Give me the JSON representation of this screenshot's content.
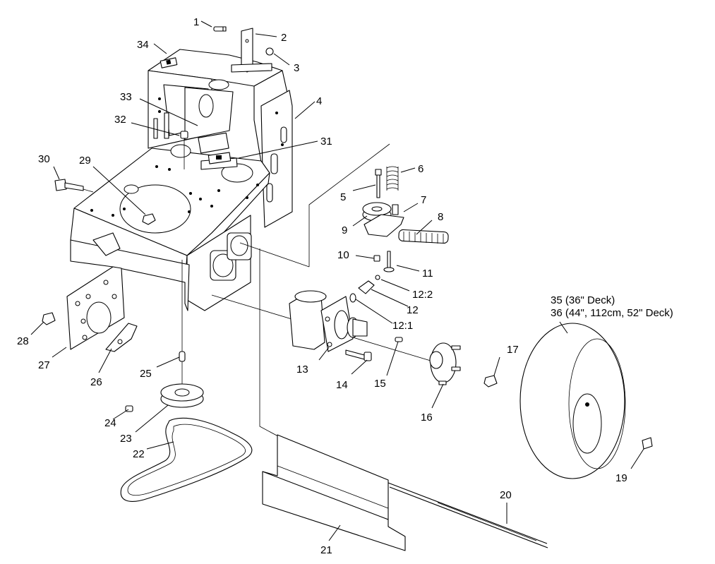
{
  "parts": [
    {
      "ref": "1"
    },
    {
      "ref": "2"
    },
    {
      "ref": "3"
    },
    {
      "ref": "4"
    },
    {
      "ref": "5"
    },
    {
      "ref": "6"
    },
    {
      "ref": "7"
    },
    {
      "ref": "8"
    },
    {
      "ref": "9"
    },
    {
      "ref": "10"
    },
    {
      "ref": "11"
    },
    {
      "ref": "12:2"
    },
    {
      "ref": "12"
    },
    {
      "ref": "12:1"
    },
    {
      "ref": "13"
    },
    {
      "ref": "14"
    },
    {
      "ref": "15"
    },
    {
      "ref": "16"
    },
    {
      "ref": "17"
    },
    {
      "ref": "19"
    },
    {
      "ref": "20"
    },
    {
      "ref": "21"
    },
    {
      "ref": "22"
    },
    {
      "ref": "23"
    },
    {
      "ref": "24"
    },
    {
      "ref": "25"
    },
    {
      "ref": "26"
    },
    {
      "ref": "27"
    },
    {
      "ref": "28"
    },
    {
      "ref": "29"
    },
    {
      "ref": "30"
    },
    {
      "ref": "31"
    },
    {
      "ref": "32"
    },
    {
      "ref": "33"
    },
    {
      "ref": "34"
    }
  ],
  "wheel_callout": {
    "line1": "35 (36\" Deck)",
    "line2": "36 (44\", 112cm, 52\" Deck)"
  }
}
